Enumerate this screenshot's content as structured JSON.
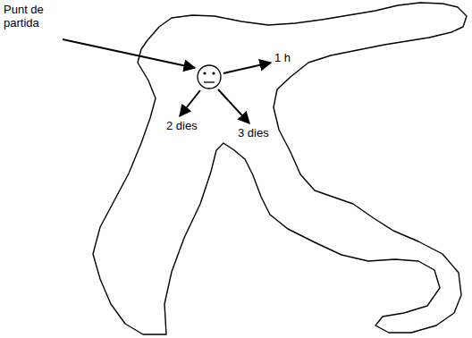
{
  "diagram": {
    "labels": [
      "Punt de partida",
      "1 h",
      "2 dies",
      "3 dies"
    ]
  }
}
